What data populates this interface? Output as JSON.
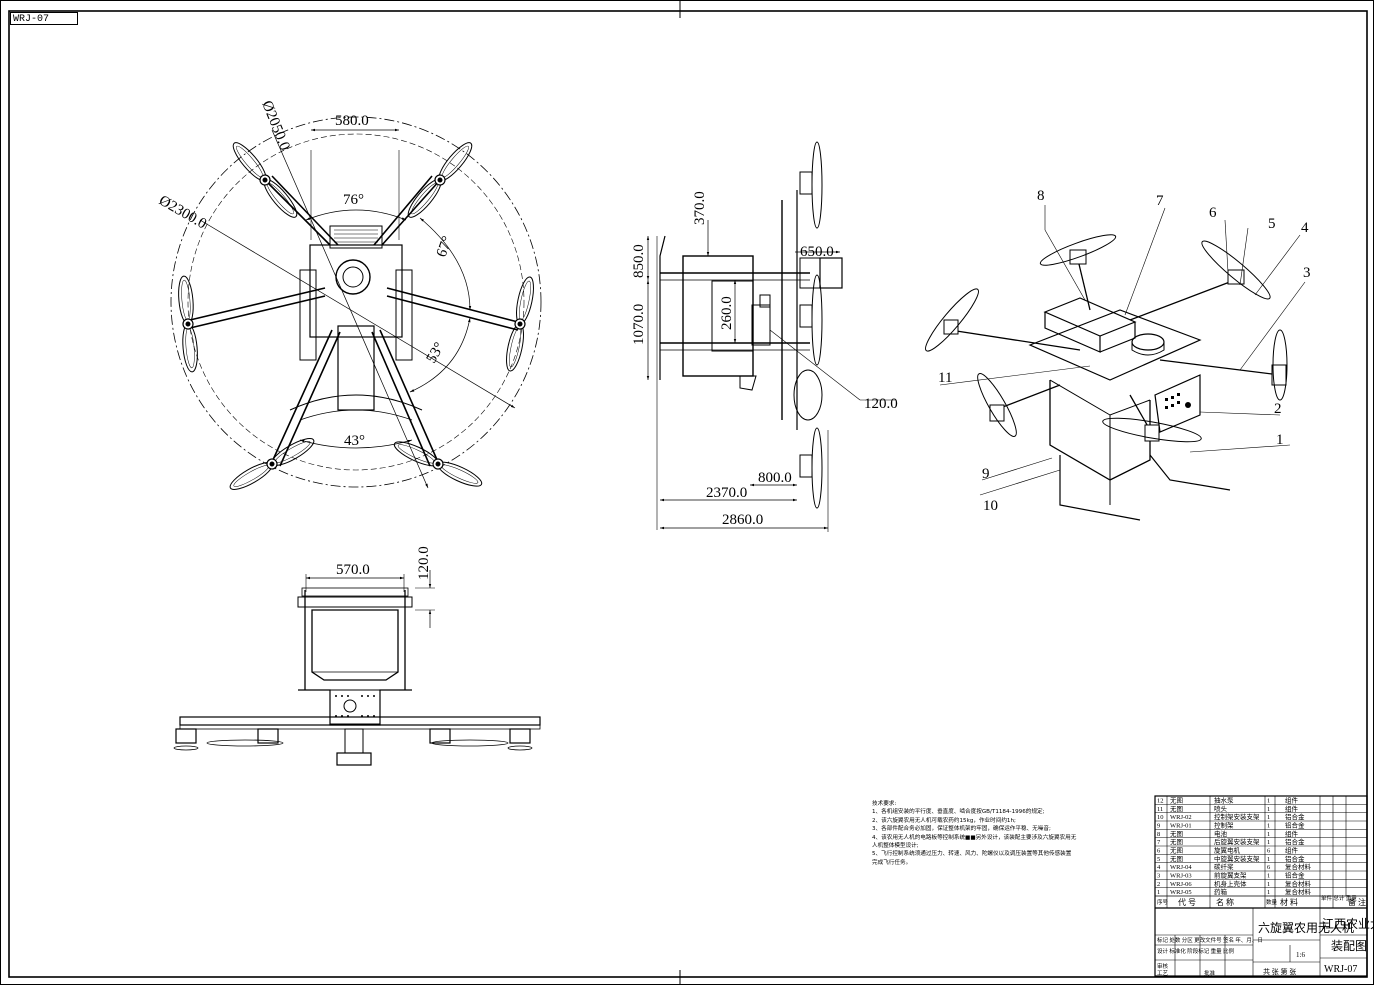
{
  "drawing_number": "WRJ-07",
  "dimensions": {
    "top_width": "580.0",
    "dia_2050": "Ø2050.0",
    "dia_2300": "Ø2300.0",
    "angle_76": "76°",
    "angle_67": "67°",
    "angle_53": "53°",
    "angle_43": "43°",
    "side_370": "370.0",
    "side_850": "850.0",
    "side_1070": "1070.0",
    "side_260": "260.0",
    "side_650": "650.0",
    "side_120": "120.0",
    "side_800": "800.0",
    "side_2370": "2370.0",
    "side_2860": "2860.0",
    "front_570": "570.0",
    "front_120": "120.0"
  },
  "balloons": [
    "1",
    "2",
    "3",
    "4",
    "5",
    "6",
    "7",
    "8",
    "9",
    "10",
    "11"
  ],
  "tech_notes": {
    "title": "技术要求:",
    "lines": [
      "1、各机组安装的平行度、垂直度、啮合度按GB/T1184-1996的规定;",
      "2、该六旋翼农用无人机可载农药约15kg，作业时间约1h;",
      "3、各部件配合务必加固，保证整体机架的牢固，确保运作平稳、无噪音;",
      "4、该农用无人机的电路板等控制系统■■另外设计，该装配主要涉及六旋翼农用无",
      "人机整体模型设计;",
      "5、飞行控制系统须通过压力、转速、风力、陀螺仪以及调压装置等其他传感装置",
      "完成飞行任务。"
    ]
  },
  "bom": [
    {
      "no": "12",
      "code": "无图",
      "name": "抽水泵",
      "qty": "1",
      "material": "组件"
    },
    {
      "no": "11",
      "code": "无图",
      "name": "喷头",
      "qty": "1",
      "material": "组件"
    },
    {
      "no": "10",
      "code": "WRJ-02",
      "name": "控制架安装支架",
      "qty": "1",
      "material": "铝合金"
    },
    {
      "no": "9",
      "code": "WRJ-01",
      "name": "控制架",
      "qty": "1",
      "material": "铝合金"
    },
    {
      "no": "8",
      "code": "无图",
      "name": "电池",
      "qty": "1",
      "material": "组件"
    },
    {
      "no": "7",
      "code": "无图",
      "name": "后旋翼安装支架",
      "qty": "1",
      "material": "铝合金"
    },
    {
      "no": "6",
      "code": "无图",
      "name": "旋翼电机",
      "qty": "6",
      "material": "组件"
    },
    {
      "no": "5",
      "code": "无图",
      "name": "中旋翼安装支架",
      "qty": "1",
      "material": "铝合金"
    },
    {
      "no": "4",
      "code": "WRJ-04",
      "name": "碳纤桨",
      "qty": "6",
      "material": "复合材料"
    },
    {
      "no": "3",
      "code": "WRJ-03",
      "name": "前旋翼支架",
      "qty": "1",
      "material": "铝合金"
    },
    {
      "no": "2",
      "code": "WRJ-06",
      "name": "机身上壳体",
      "qty": "1",
      "material": "复合材料"
    },
    {
      "no": "1",
      "code": "WRJ-05",
      "name": "药箱",
      "qty": "1",
      "material": "复合材料"
    }
  ],
  "bom_header": {
    "no": "序号",
    "code": "代 号",
    "name": "名 称",
    "qty": "数量",
    "material": "材 料",
    "weight": "单件 总计 重量",
    "remark": "备 注"
  },
  "title_block": {
    "product": "六旋翼农用无人机",
    "company": "江西农业大学",
    "drawing_type": "装配图",
    "number": "WRJ-07",
    "scale": "1:6",
    "rev_row": "标记 处数 分区 更改文件号 签名 年、月、日",
    "design_row": "设计 标准化 阶段标记 重量 比例",
    "review": "审核",
    "process": "工艺",
    "approve": "批准",
    "sheets": "共 张 第 张"
  }
}
